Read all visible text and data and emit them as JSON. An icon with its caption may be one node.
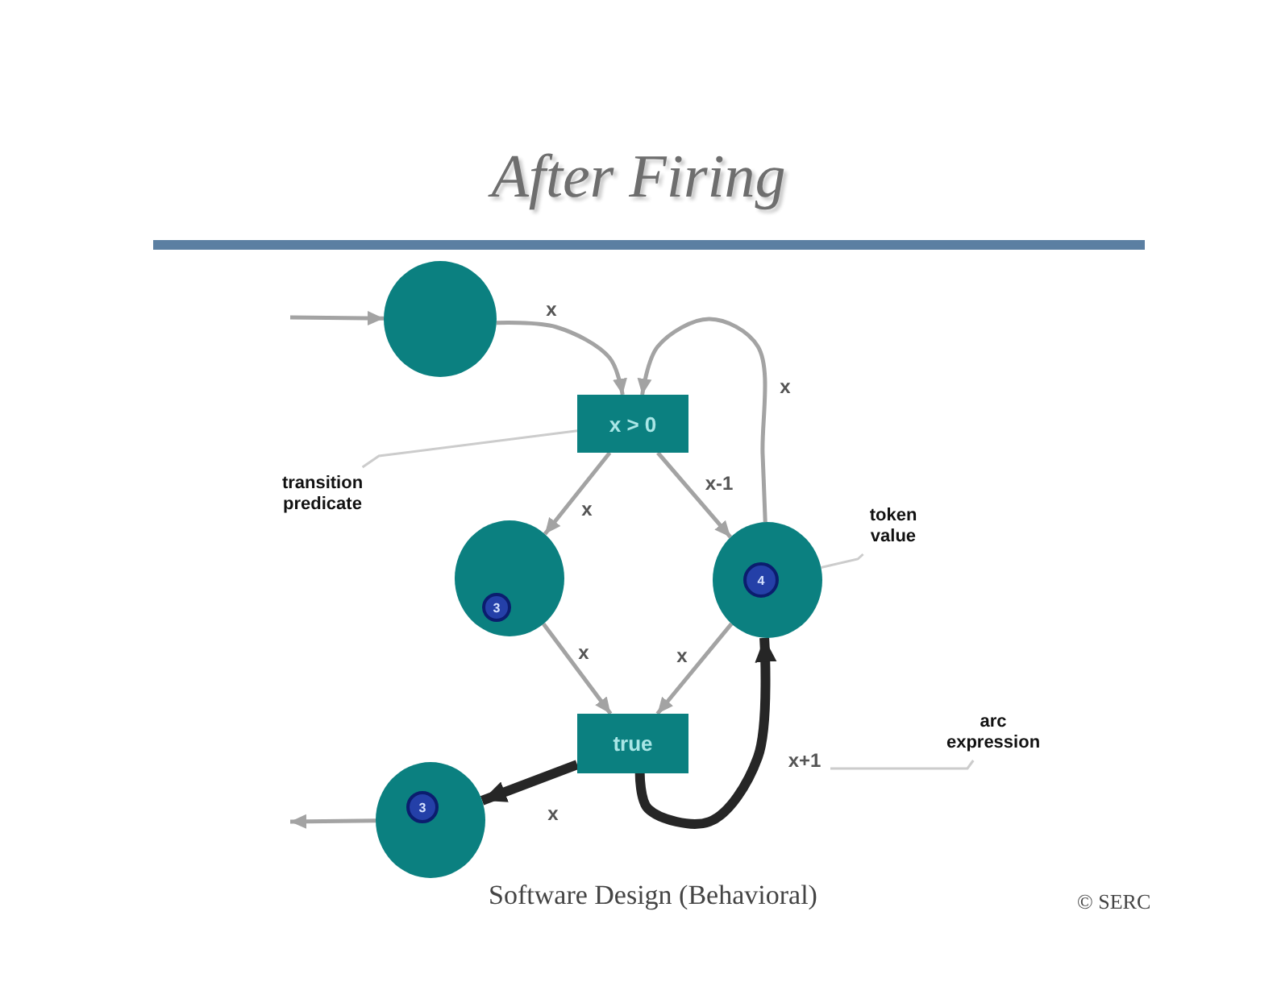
{
  "diagram": {
    "title": "After Firing",
    "nodes": [
      {
        "text": [],
        "shape": "circle"
      },
      {
        "text": [
          "x > 0"
        ]
      },
      {
        "text": [],
        "shape": "circle"
      },
      {
        "text": [
          "3"
        ],
        "in": 2
      },
      {
        "text": [],
        "shape": "circle"
      },
      {
        "text": [
          "4"
        ],
        "in": 4
      },
      {
        "text": [
          "true"
        ]
      },
      {
        "text": [],
        "shape": "circle"
      },
      {
        "text": [
          "3"
        ],
        "in": 7
      },
      {
        "text": [
          "transition predicate"
        ]
      },
      {
        "text": [
          "token value"
        ]
      },
      {
        "text": [
          "arc expression"
        ]
      }
    ],
    "edges": [
      {
        "from": null,
        "to": 0,
        "arrow": "to"
      },
      {
        "from": 0,
        "to": 1,
        "label": "x",
        "arrow": "to"
      },
      {
        "from": 4,
        "to": 1,
        "label": "x",
        "arrow": "to"
      },
      {
        "from": 1,
        "to": 2,
        "label": "x",
        "arrow": "to"
      },
      {
        "from": 1,
        "to": 4,
        "label": "x-1",
        "arrow": "to"
      },
      {
        "from": 2,
        "to": 6,
        "label": "x",
        "arrow": "to"
      },
      {
        "from": 4,
        "to": 6,
        "label": "x",
        "arrow": "to"
      },
      {
        "from": 6,
        "to": 7,
        "label": "x",
        "arrow": "to",
        "style": "thick",
        "color": "#262626"
      },
      {
        "from": 6,
        "to": 4,
        "label": "x+1",
        "arrow": "to",
        "style": "thick",
        "color": "#262626"
      },
      {
        "from": 7,
        "to": null,
        "arrow": "to"
      },
      {
        "from": 9,
        "to": 1,
        "arrow": "none",
        "color": "#cccccc"
      },
      {
        "from": 10,
        "to": 4,
        "arrow": "none",
        "color": "#cccccc"
      },
      {
        "from": 11,
        "to": null,
        "arrow": "none",
        "color": "#cccccc"
      }
    ],
    "labels": [
      "Software Design (Behavioral)",
      "© SERC"
    ]
  }
}
